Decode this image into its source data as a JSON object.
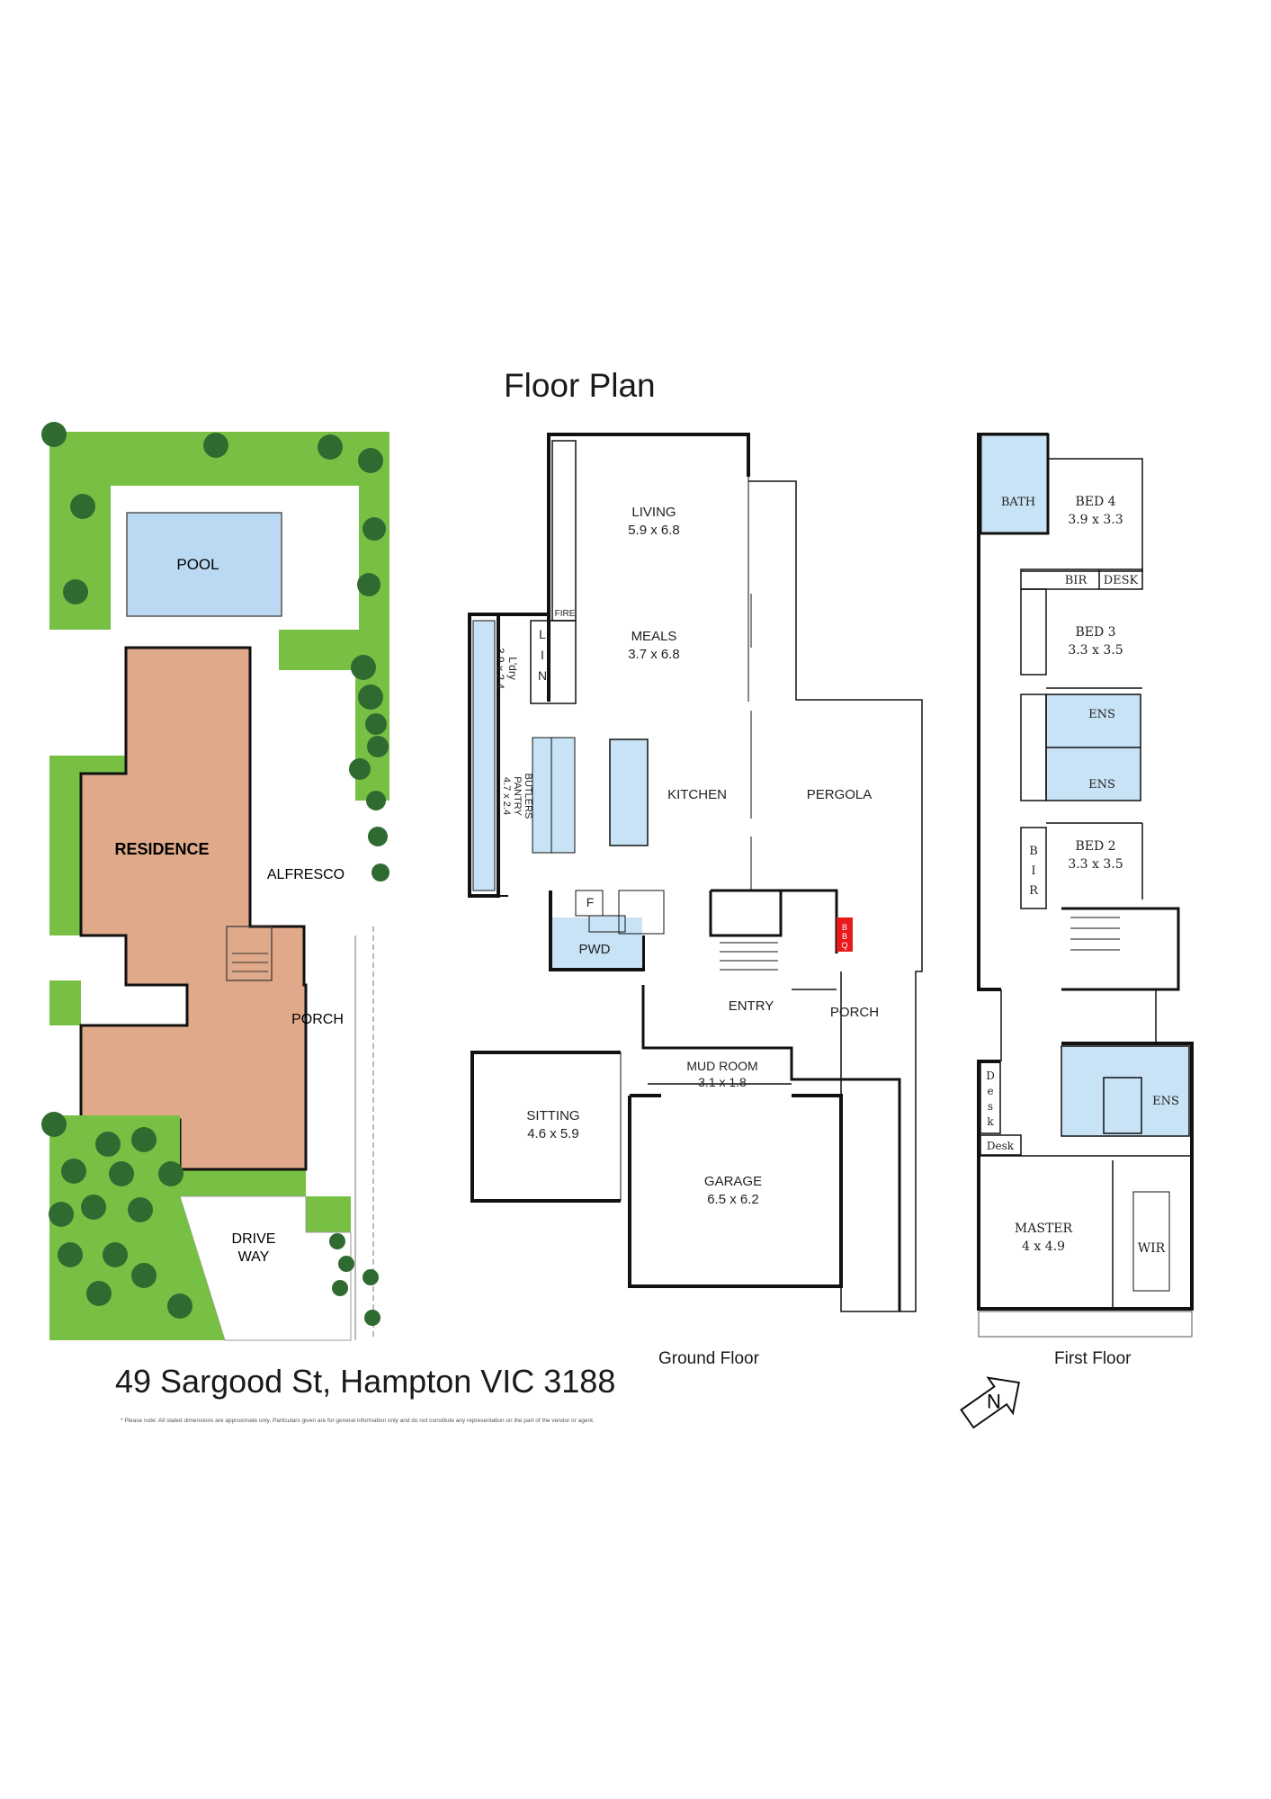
{
  "title": "Floor Plan",
  "address": "49 Sargood St, Hampton VIC 3188",
  "disclaimer": "* Please note: All stated dimensions are approximate only. Particulars given are for general information only and do not constitute any representation on the part of the vendor or agent.",
  "colors": {
    "lawn": "#78c043",
    "tree": "#2f6b30",
    "pool": "#bcd9f3",
    "residence": "#e0aa8a",
    "wet_area": "#c8e3f6",
    "bbq": "#e8191a",
    "wall": "#111111",
    "thin": "#444444"
  },
  "site": {
    "pool": "POOL",
    "residence": "RESIDENCE",
    "alfresco": "ALFRESCO",
    "porch": "PORCH",
    "drive_line1": "DRIVE",
    "drive_line2": "WAY"
  },
  "ground": {
    "caption": "Ground Floor",
    "living": "LIVING",
    "living_dim": "5.9 x 6.8",
    "meals": "MEALS",
    "meals_dim": "3.7 x 6.8",
    "fire": "FIRE",
    "lin_l": "L",
    "lin_i": "I",
    "lin_n": "N",
    "ldry": "L'dry",
    "ldry_dim": "3.9 x 2.4",
    "butlers": "BUTLERS",
    "pantry": "PANTRY",
    "pantry_dim": "4.7 x 2.4",
    "kitchen": "KITCHEN",
    "pergola": "PERGOLA",
    "fridge": "F",
    "pwd": "PWD",
    "bbq_b": "B",
    "bbq_b2": "B",
    "bbq_q": "Q",
    "entry": "ENTRY",
    "porch": "PORCH",
    "mud": "MUD ROOM",
    "mud_dim": "3.1 x 1.8",
    "sitting": "SITTING",
    "sitting_dim": "4.6 x 5.9",
    "garage": "GARAGE",
    "garage_dim": "6.5 x 6.2"
  },
  "first": {
    "caption": "First Floor",
    "bath": "BATH",
    "bed4": "BED 4",
    "bed4_dim": "3.9 x 3.3",
    "bir_h": "BIR",
    "desk_h": "DESK",
    "bed3": "BED 3",
    "bed3_dim": "3.3 x 3.5",
    "ens_a": "ENS",
    "ens_b": "ENS",
    "bed2": "BED 2",
    "bed2_dim": "3.3 x 3.5",
    "bir_b": "B",
    "bir_i": "I",
    "bir_r": "R",
    "desk_v_d": "D",
    "desk_v_e": "e",
    "desk_v_s": "s",
    "desk_v_k": "k",
    "desk_small": "Desk",
    "ens_master": "ENS",
    "master": "MASTER",
    "master_dim": "4 x 4.9",
    "wir": "WIR"
  },
  "compass": "N"
}
